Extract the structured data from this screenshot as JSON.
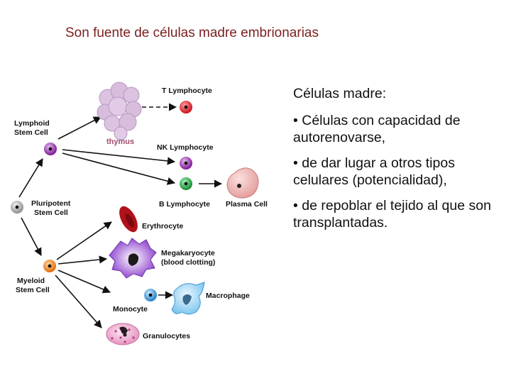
{
  "title": "Son fuente de células madre embrionarias",
  "diagram": {
    "labels": {
      "lymphoid_line1": "Lymphoid",
      "lymphoid_line2": "Stem Cell",
      "pluripotent_line1": "Pluripotent",
      "pluripotent_line2": "Stem Cell",
      "myeloid_line1": "Myeloid",
      "myeloid_line2": "Stem Cell",
      "thymus": "thymus",
      "t_lymphocyte": "T Lymphocyte",
      "nk_lymphocyte": "NK Lymphocyte",
      "b_lymphocyte": "B Lymphocyte",
      "plasma_cell": "Plasma Cell",
      "erythrocyte": "Erythrocyte",
      "megakaryocyte_line1": "Megakaryocyte",
      "megakaryocyte_line2": "(blood clotting)",
      "macrophage": "Macrophage",
      "monocyte": "Monocyte",
      "granulocytes": "Granulocytes"
    },
    "colors": {
      "t_lymphocyte": "#e0202a",
      "nk_lymphocyte": "#8a1fa0",
      "b_lymphocyte": "#1c9a3a",
      "lymphoid": "#8a1fa0",
      "pluripotent": "#9a9a9a",
      "myeloid": "#f07b1a",
      "monocyte": "#2a8fd6",
      "erythrocyte": "#b0121a",
      "thymus": "#d8bedc"
    }
  },
  "panel": {
    "heading": "Células madre:",
    "bullets": [
      "• Células con capacidad de autorenovarse,",
      "•  de dar lugar a otros tipos celulares (potencialidad),",
      "•  de repoblar el tejido al que son transplantadas."
    ]
  }
}
